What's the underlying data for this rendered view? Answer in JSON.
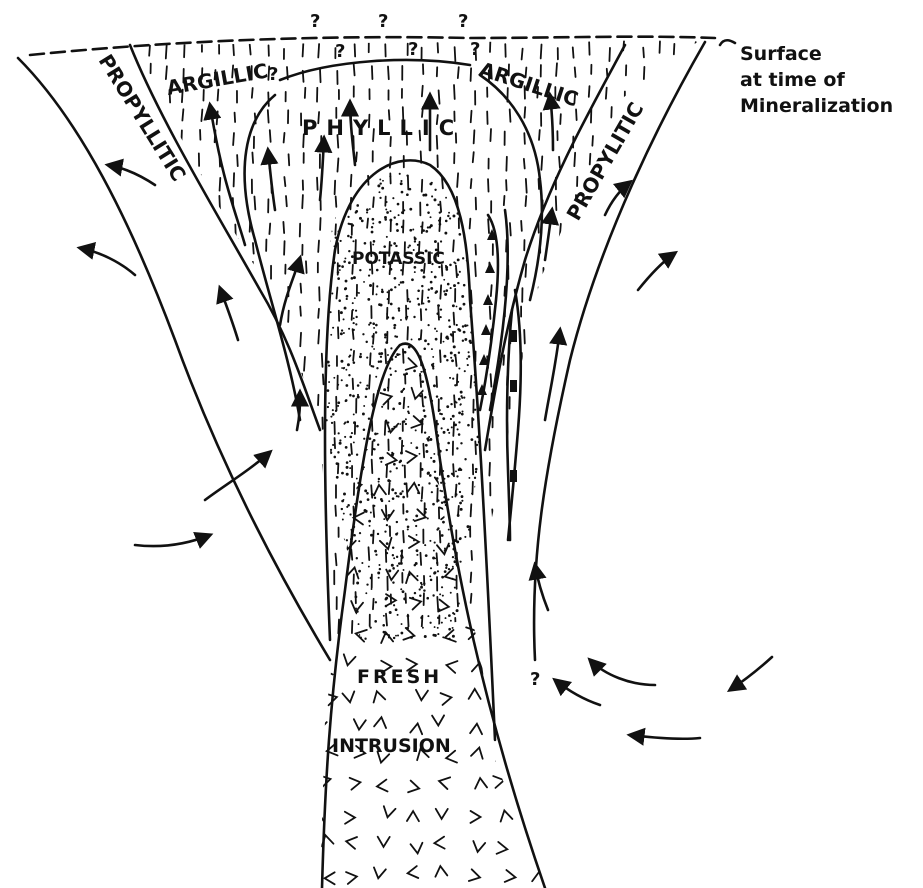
{
  "zones": {
    "argillic_left": "ARGILLIC",
    "argillic_right": "ARGILLIC",
    "phyllic": "PHYLLIC",
    "propylitic_left": "PROPYLLITIC",
    "propylitic_right": "PROPYLITIC",
    "potassic": "POTASSIC",
    "intrusion_line1": "FRESH",
    "intrusion_line2": "INTRUSION"
  },
  "surface_label": [
    "Surface",
    "at time of",
    "Mineralization"
  ],
  "uncertainty_mark": "?",
  "colors": {
    "ink": "#111111",
    "background": "#ffffff"
  }
}
